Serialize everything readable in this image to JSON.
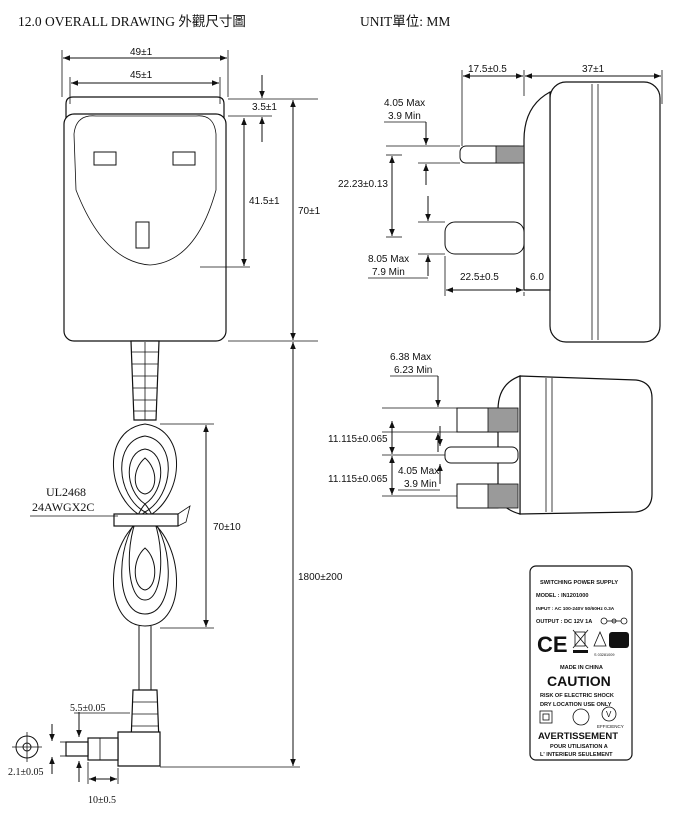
{
  "header": {
    "title": "12.0 OVERALL DRAWING 外觀尺寸圖",
    "unit": "UNIT單位: MM"
  },
  "front_view": {
    "width_outer": "49±1",
    "width_inner": "45±1",
    "top_offset": "3.5±1",
    "pin_depth": "41.5±1",
    "height": "70±1"
  },
  "cable": {
    "spec_line1": "UL2468",
    "spec_line2": "24AWGX2C",
    "coil_length": "70±10",
    "total_length": "1800±200",
    "dc_outer": "5.5±0.05",
    "dc_inner": "2.1±0.05",
    "dc_length": "10±0.5"
  },
  "side_view": {
    "plug_offset": "17.5±0.5",
    "body_depth": "37±1",
    "pin_max": "4.05 Max",
    "pin_min": "3.9 Min",
    "pin_spacing": "22.23±0.13",
    "earth_max": "8.05 Max",
    "earth_min": "7.9 Min",
    "pin_length": "22.5±0.5",
    "base": "6.0"
  },
  "bottom_view": {
    "pin_max": "6.38 Max",
    "pin_min": "6.23 Min",
    "spacing_a": "11.115±0.065",
    "spacing_b": "11.115±0.065",
    "earth_max": "4.05 Max",
    "earth_min": "3.9 Min"
  },
  "label": {
    "line1": "SWITCHING POWER SUPPLY",
    "line2": "MODEL : IN1201000",
    "line3": "INPUT : AC 100-240V 50/60Hz 0.3A",
    "line4": "OUTPUT : DC 12V 1A",
    "made_in": "MADE IN CHINA",
    "caution": "CAUTION",
    "caution_1": "RISK OF ELECTRIC SHOCK",
    "caution_2": "DRY LOCATION USE ONLY",
    "efficiency": "EFFICIENCY",
    "efficiency_mark": "V",
    "warning": "AVERTISSEMENT",
    "warning_1": "POUR UTILISATION A",
    "warning_2": "L' INTERIEUR SEULEMENT",
    "ce_mark": "CE",
    "serial": "S 03281009"
  }
}
